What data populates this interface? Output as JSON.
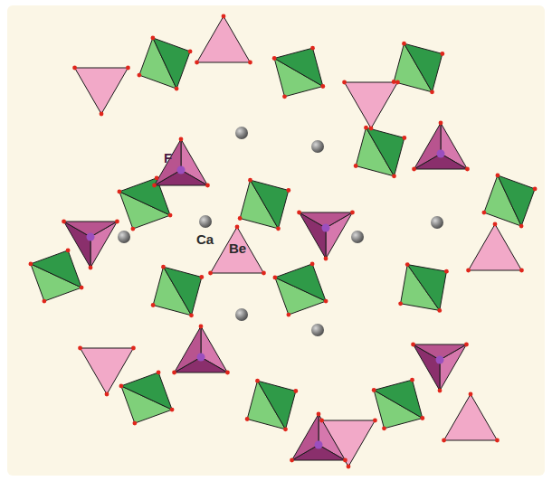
{
  "diagram": {
    "labels": [
      "F",
      "Ca",
      "Be"
    ]
  }
}
